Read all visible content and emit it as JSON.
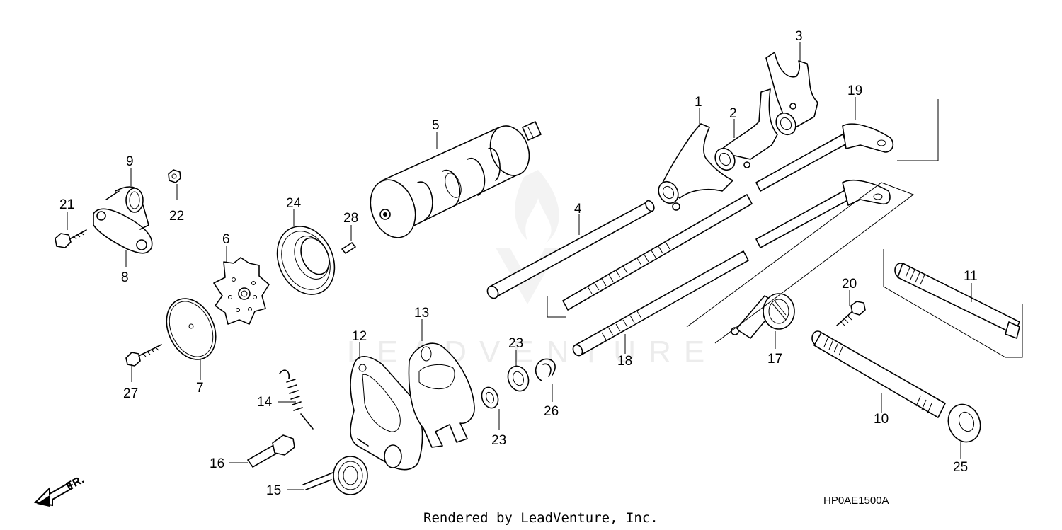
{
  "diagram": {
    "footer_credit": "Rendered by LeadVenture, Inc.",
    "drawing_code": "HP0AE1500A",
    "front_indicator": "FR.",
    "watermark_text": "LEADVENTURE",
    "line_color": "#000000",
    "background_color": "#ffffff",
    "watermark_color": "#ececec",
    "callouts": [
      "1",
      "2",
      "3",
      "4",
      "5",
      "6",
      "7",
      "8",
      "9",
      "10",
      "11",
      "12",
      "13",
      "14",
      "15",
      "16",
      "17",
      "18",
      "19",
      "20",
      "21",
      "22",
      "23",
      "23",
      "24",
      "25",
      "26",
      "27",
      "28"
    ]
  }
}
